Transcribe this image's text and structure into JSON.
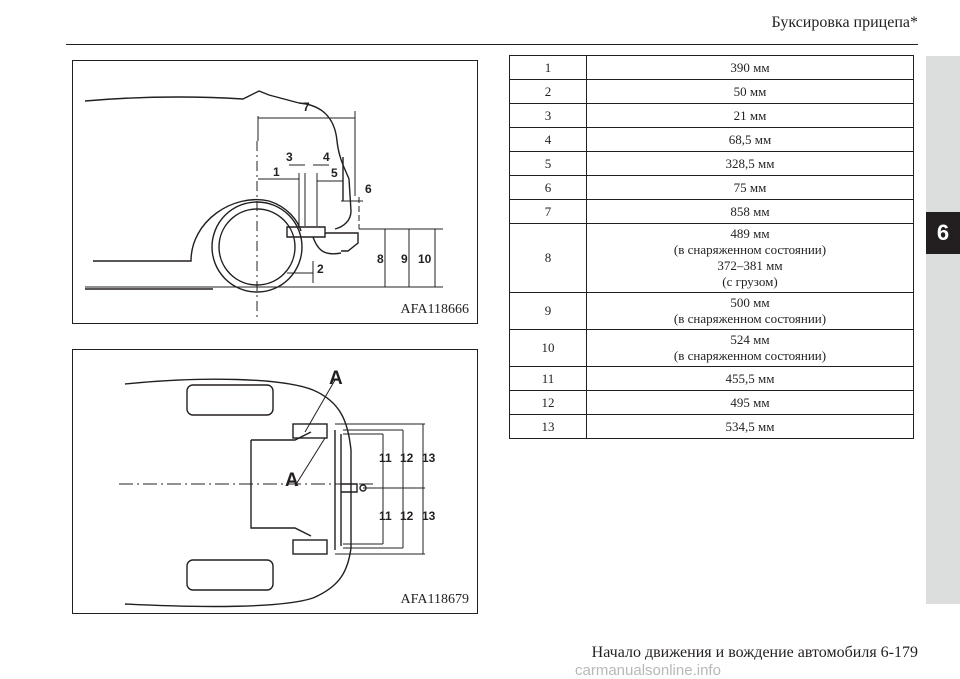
{
  "header": {
    "title": "Буксировка прицепа*"
  },
  "chapter_tab": {
    "number": "6"
  },
  "figures": [
    {
      "code": "AFA118666",
      "labels": [
        "7",
        "3",
        "4",
        "1",
        "5",
        "6",
        "8",
        "9",
        "10",
        "2"
      ]
    },
    {
      "code": "AFA118679",
      "labels": [
        "A",
        "A",
        "11",
        "12",
        "13",
        "11",
        "12",
        "13"
      ]
    }
  ],
  "dimensions": [
    {
      "num": "1",
      "lines": [
        "390 мм"
      ]
    },
    {
      "num": "2",
      "lines": [
        "50 мм"
      ]
    },
    {
      "num": "3",
      "lines": [
        "21 мм"
      ]
    },
    {
      "num": "4",
      "lines": [
        "68,5 мм"
      ]
    },
    {
      "num": "5",
      "lines": [
        "328,5 мм"
      ]
    },
    {
      "num": "6",
      "lines": [
        "75 мм"
      ]
    },
    {
      "num": "7",
      "lines": [
        "858 мм"
      ]
    },
    {
      "num": "8",
      "lines": [
        "489 мм",
        "(в снаряженном состоянии)",
        "372–381 мм",
        "(с грузом)"
      ]
    },
    {
      "num": "9",
      "lines": [
        "500 мм",
        "(в снаряженном состоянии)"
      ]
    },
    {
      "num": "10",
      "lines": [
        "524 мм",
        "(в снаряженном состоянии)"
      ]
    },
    {
      "num": "11",
      "lines": [
        "455,5 мм"
      ]
    },
    {
      "num": "12",
      "lines": [
        "495 мм"
      ]
    },
    {
      "num": "13",
      "lines": [
        "534,5 мм"
      ]
    }
  ],
  "footer": {
    "text": "Начало движения и вождение автомобиля 6-179"
  },
  "watermark": {
    "text": "carmanualsonline.info"
  }
}
